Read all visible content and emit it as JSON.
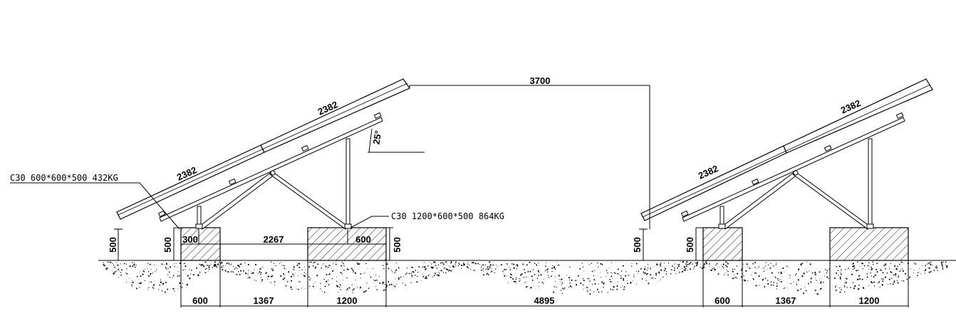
{
  "panel_lengths": {
    "left_upper": "2382",
    "left_lower": "2382",
    "right_upper": "2382",
    "right_lower": "2382"
  },
  "dimensions": {
    "row_spacing": "3700",
    "tilt_angle": "25°",
    "front_offset": "300",
    "foundation_spacing": "2267",
    "rear_offset": "600",
    "height_left_front": "500",
    "height_left_small_block": "500",
    "height_left_big_block": "500",
    "height_right_front": "500",
    "height_right_small_block": "500",
    "bottom": {
      "l_small": "600",
      "l_gap": "1367",
      "l_big": "1200",
      "between": "4895",
      "r_small": "600",
      "r_gap": "1367",
      "r_big": "1200"
    }
  },
  "callouts": {
    "small_block": "C30 600*600*500 432KG",
    "big_block": "C30 1200*600*500 864KG"
  }
}
